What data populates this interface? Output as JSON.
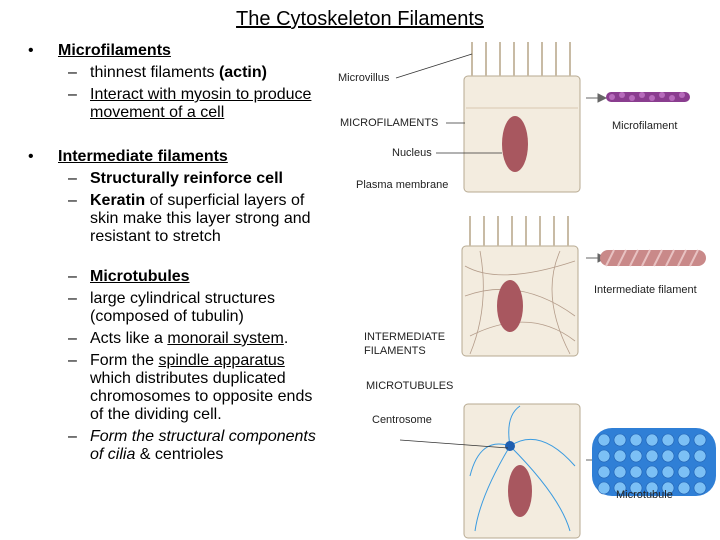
{
  "title": "The Cytoskeleton Filaments",
  "bullets": [
    {
      "heading": "Microfilaments",
      "items": [
        {
          "parts": [
            {
              "t": "thinnest filaments "
            },
            {
              "t": "(actin)",
              "bold": true
            }
          ]
        },
        {
          "parts": [
            {
              "t": "Interact with myosin to produce movement of a cell",
              "u": true
            }
          ]
        }
      ]
    },
    {
      "heading": "Intermediate filaments",
      "items": [
        {
          "parts": [
            {
              "t": "Structurally reinforce cell",
              "bold": true
            }
          ]
        },
        {
          "parts": [
            {
              "t": "Keratin",
              "bold": true
            },
            {
              "t": " of superficial layers of skin make this layer strong and resistant to stretch"
            }
          ]
        }
      ]
    }
  ],
  "microtubules": [
    {
      "parts": [
        {
          "t": "Microtubules",
          "bold": true,
          "u": true
        }
      ]
    },
    {
      "parts": [
        {
          "t": "large cylindrical structures (composed of tubulin)"
        }
      ]
    },
    {
      "parts": [
        {
          "t": "Acts like a "
        },
        {
          "t": "monorail system",
          "u": true
        },
        {
          "t": "."
        }
      ]
    },
    {
      "parts": [
        {
          "t": "Form the "
        },
        {
          "t": "spindle apparatus",
          "u": true
        },
        {
          "t": " which distributes duplicated chromosomes to opposite ends of the dividing cell."
        }
      ]
    },
    {
      "parts": [
        {
          "t": "Form the structural components of cilia",
          "ital": true
        },
        {
          "t": " & centrioles"
        }
      ]
    }
  ],
  "bullet_char": "•",
  "dash_char": "–",
  "figure_labels": {
    "microvillus": "Microvillus",
    "microfilaments": "MICROFILAMENTS",
    "nucleus": "Nucleus",
    "plasma_membrane": "Plasma membrane",
    "intermediate": "INTERMEDIATE\nFILAMENTS",
    "microtubules": "MICROTUBULES",
    "centrosome": "Centrosome",
    "microfilament": "Microfilament",
    "intermediate_filament": "Intermediate filament",
    "microtubule": "Microtubule"
  },
  "colors": {
    "cell_fill": "#f3ecdf",
    "nucleus": "#a8575f",
    "microfilament": "#8a3d8f",
    "intermediate": "#c98989",
    "microtubule": "#2f7fd6"
  }
}
